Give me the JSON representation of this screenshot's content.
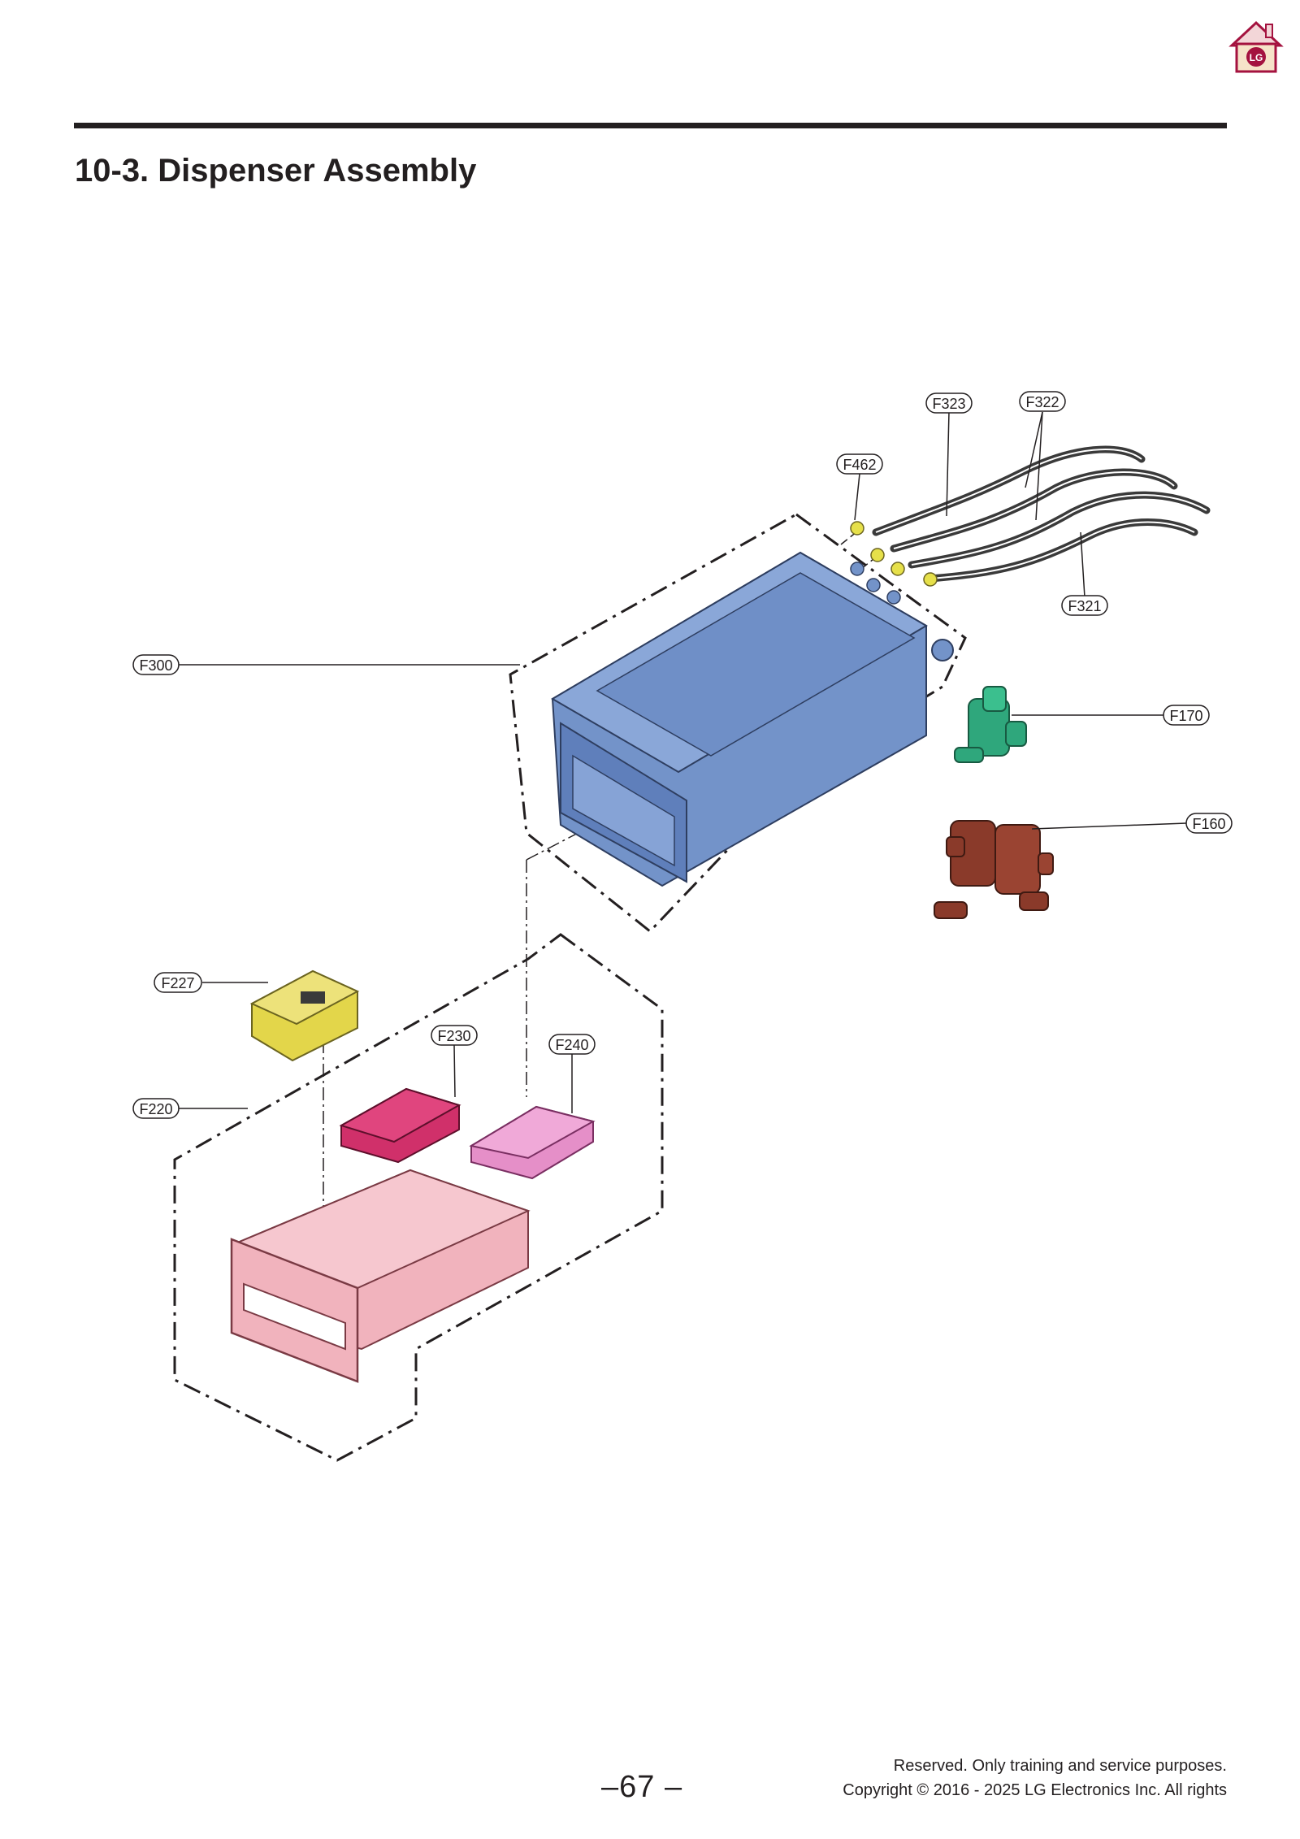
{
  "header": {
    "home_icon": "lg-home-icon",
    "title": "10-3. Dispenser Assembly"
  },
  "diagram": {
    "callouts": {
      "F323": "F323",
      "F322": "F322",
      "F462": "F462",
      "F321": "F321",
      "F300": "F300",
      "F170": "F170",
      "F160": "F160",
      "F227": "F227",
      "F230": "F230",
      "F240": "F240",
      "F220": "F220"
    },
    "part_colors": {
      "dispenser_housing": "#7393c9",
      "hoses": "#3a3a3a",
      "clamps": "#e6e04a",
      "valve_single": "#2fa77c",
      "valve_double": "#8a3a2a",
      "cap_yellow": "#e3d64a",
      "cover_magenta": "#d0306a",
      "cover_pink": "#e58fc8",
      "drawer": "#f1b3bd"
    }
  },
  "footer": {
    "page_number": "–67 –",
    "rights_line1": "Reserved. Only training and service purposes.",
    "rights_line2": "Copyright © 2016 - 2025 LG Electronics Inc. All rights"
  }
}
